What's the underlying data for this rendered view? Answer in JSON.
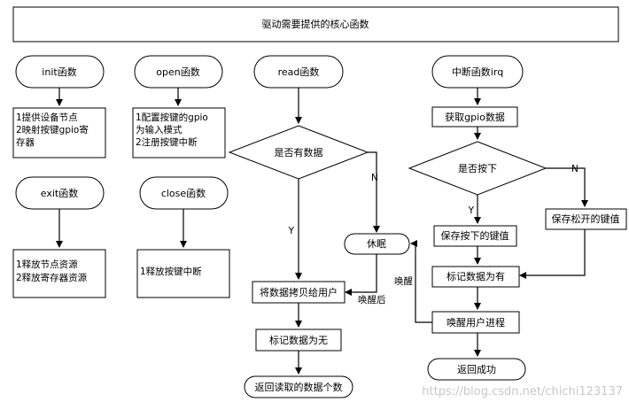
{
  "title": "驱动需要提供的核心函数",
  "init": {
    "label": "init函数",
    "desc": [
      "1提供设备节点",
      "2映射按键gpio寄",
      "存器"
    ]
  },
  "open": {
    "label": "open函数",
    "desc": [
      "1配置按键的gpio",
      "为输入模式",
      "2注册按键中断"
    ]
  },
  "exit": {
    "label": "exit函数",
    "desc": [
      "1释放节点资源",
      "2释放寄存器资源"
    ]
  },
  "close": {
    "label": "close函数",
    "desc": [
      "1释放按键中断"
    ]
  },
  "read": {
    "label": "read函数",
    "decision": "是否有数据",
    "yes": "Y",
    "no": "N",
    "sleep": "休眠",
    "after_wake": "唤醒后",
    "copy": "将数据拷贝给用户",
    "mark_none": "标记数据为无",
    "return": "返回读取的数据个数"
  },
  "irq": {
    "label": "中断函数irq",
    "get_data": "获取gpio数据",
    "decision": "是否按下",
    "yes": "Y",
    "no": "N",
    "save_pressed": "保存按下的键值",
    "save_released": "保存松开的键值",
    "mark_has": "标记数据为有",
    "wake_user": "唤醒用户进程",
    "wake_label": "唤醒",
    "return": "返回成功"
  },
  "watermark": "https://blog.csdn.net/chichi123137"
}
